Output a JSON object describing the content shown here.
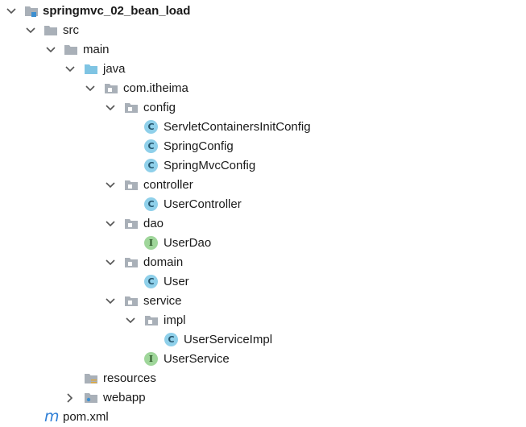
{
  "tree": {
    "project": {
      "label": "springmvc_02_bean_load",
      "icon": "module-folder-icon"
    },
    "src": {
      "label": "src"
    },
    "main": {
      "label": "main"
    },
    "java": {
      "label": "java"
    },
    "package": {
      "label": "com.itheima"
    },
    "config": {
      "label": "config",
      "files": [
        {
          "label": "ServletContainersInitConfig",
          "kind": "class",
          "badge": "C"
        },
        {
          "label": "SpringConfig",
          "kind": "class",
          "badge": "C"
        },
        {
          "label": "SpringMvcConfig",
          "kind": "class",
          "badge": "C"
        }
      ]
    },
    "controller": {
      "label": "controller",
      "files": [
        {
          "label": "UserController",
          "kind": "class",
          "badge": "C"
        }
      ]
    },
    "dao": {
      "label": "dao",
      "files": [
        {
          "label": "UserDao",
          "kind": "interface",
          "badge": "I"
        }
      ]
    },
    "domain": {
      "label": "domain",
      "files": [
        {
          "label": "User",
          "kind": "class",
          "badge": "C"
        }
      ]
    },
    "service": {
      "label": "service",
      "impl": {
        "label": "impl",
        "files": [
          {
            "label": "UserServiceImpl",
            "kind": "class",
            "badge": "C"
          }
        ]
      },
      "files": [
        {
          "label": "UserService",
          "kind": "interface",
          "badge": "I"
        }
      ]
    },
    "resources": {
      "label": "resources"
    },
    "webapp": {
      "label": "webapp"
    },
    "pom": {
      "label": "pom.xml",
      "badge": "m"
    }
  },
  "colors": {
    "folder": "#a9b0b8",
    "source_folder": "#7fc4e3",
    "class_badge": "#8fd0ea",
    "interface_badge": "#9fd69a",
    "maven": "#2f7fd6",
    "chevron": "#555555"
  }
}
